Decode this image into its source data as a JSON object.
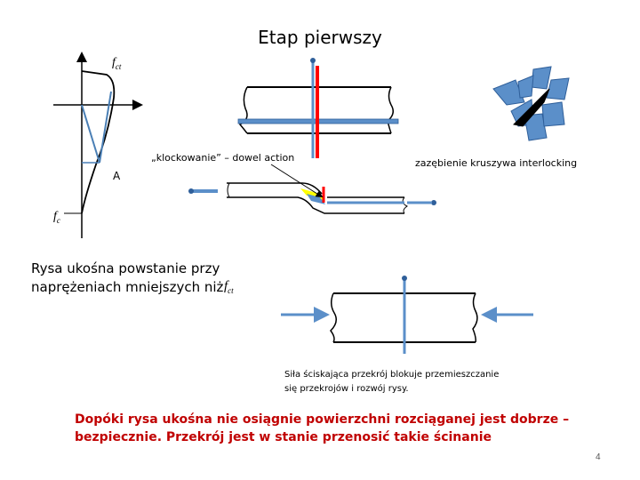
{
  "slide": {
    "title": "Etap pierwszy",
    "page_number": "4"
  },
  "stress_diagram": {
    "label_top": "f",
    "label_top_sub": "ct",
    "label_bottom": "f",
    "label_bottom_sub": "c",
    "point_label": "A"
  },
  "labels": {
    "dowel_action": "„klockowanie” – dowel action",
    "interlocking": "zazębienie kruszywa interlocking",
    "diagonal_crack_line1": "Rysa ukośna powstanie przy",
    "diagonal_crack_line2": "naprężeniach mniejszych niż",
    "fct_f": "f",
    "fct_sub": "ct",
    "compression_note_line1": "Siła ściskająca przekrój blokuje przemieszczanie",
    "compression_note_line2": "się przekrojów i rozwój rysy."
  },
  "conclusion": {
    "line1": "Dopóki rysa ukośna nie osiągnie powierzchni rozciąganej jest dobrze –",
    "line2": "bezpiecznie. Przekrój jest w stanie przenosić takie ścinanie",
    "color": "#c00000"
  },
  "colors": {
    "rebar": "#5b8fc9",
    "rebar_dark": "#2f5f9a",
    "crack": "#ff0000",
    "stress_line": "#4a7fb5",
    "dowel_yellow": "#ffff00",
    "aggregate": "#5b8fc9"
  }
}
